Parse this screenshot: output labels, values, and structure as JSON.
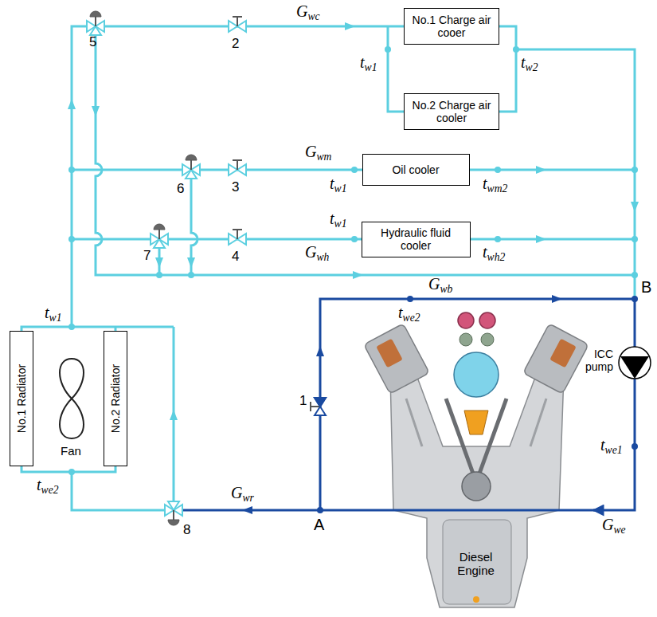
{
  "diagram": {
    "nodes": [
      {
        "text": [
          "No.1 Charge air cooer"
        ]
      },
      {
        "text": [
          "No.2 Charge air cooler"
        ]
      },
      {
        "text": [
          "Oil cooler"
        ]
      },
      {
        "text": [
          "Hydraulic fluid cooler"
        ]
      },
      {
        "text": [
          "No.1 Radiator"
        ]
      },
      {
        "text": [
          "No.2 Radiator"
        ]
      },
      {
        "text": [
          "Diesel Engine"
        ]
      },
      {
        "text": [
          "ICC pump"
        ]
      }
    ],
    "edges": [
      {
        "from": 7,
        "to": 6,
        "arrow": "to"
      }
    ],
    "labels": [
      "5",
      "2",
      "Gwc",
      "tw1",
      "tw2",
      "6",
      "3",
      "Gwm",
      "tw1",
      "twm2",
      "7",
      "4",
      "Gwh",
      "tw1",
      "twh2",
      "tw1",
      "Fan",
      "twe2",
      "8",
      "Gwr",
      "A",
      "Gwb",
      "twe2",
      "1",
      "B",
      "twe1",
      "Gwe"
    ]
  }
}
